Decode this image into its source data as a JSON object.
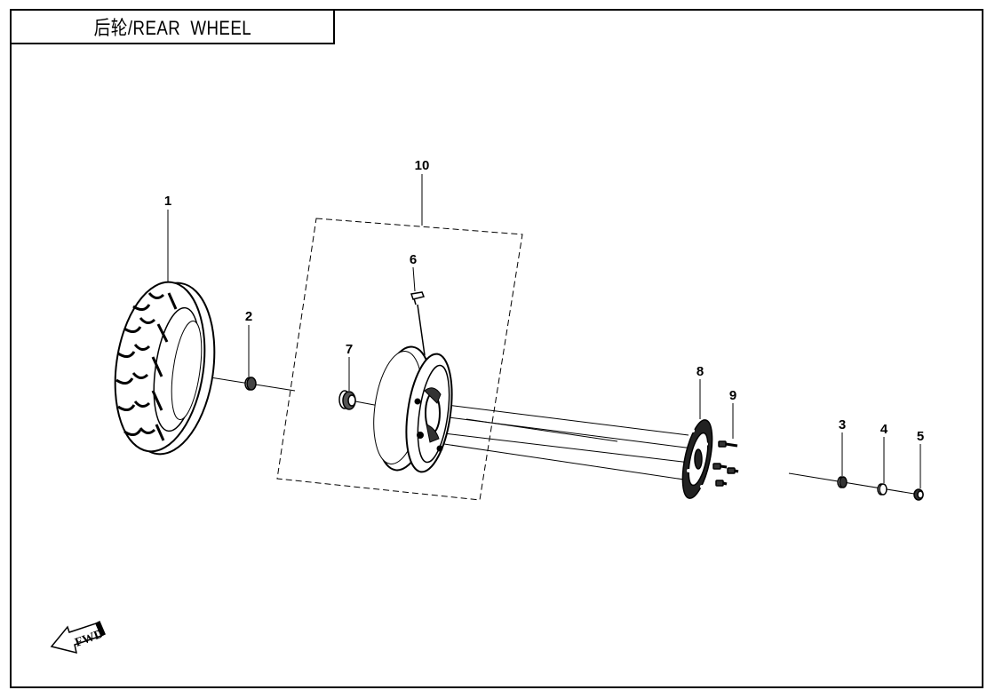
{
  "title": "后轮/REAR  WHEEL",
  "callouts": [
    "1",
    "2",
    "3",
    "4",
    "5",
    "6",
    "7",
    "8",
    "9",
    "10"
  ],
  "direction_marker": "FWD",
  "colors": {
    "line": "#000000",
    "background": "#ffffff"
  }
}
